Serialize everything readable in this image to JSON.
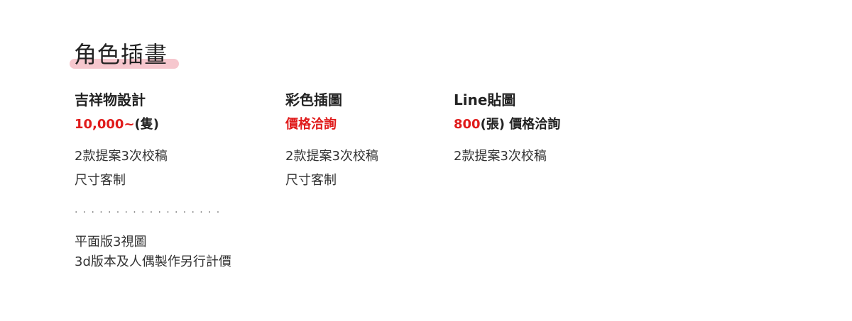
{
  "section": {
    "title": "角色插畫"
  },
  "columns": [
    {
      "name": "吉祥物設計",
      "price_red": "10,000~",
      "price_dark": "(隻)",
      "details": [
        "2款提案3次校稿",
        "尺寸客制"
      ],
      "separator": "..................",
      "extras": [
        "平面版3視圖",
        "3d版本及人偶製作另行計價"
      ]
    },
    {
      "name": "彩色插圖",
      "price_red": "價格洽詢",
      "price_dark": "",
      "details": [
        "2款提案3次校稿",
        "尺寸客制"
      ]
    },
    {
      "name": "Line貼圖",
      "price_red": "800",
      "price_dark": "(張) 價格洽詢",
      "details": [
        "2款提案3次校稿"
      ]
    }
  ],
  "colors": {
    "accent_red": "#e01b1b",
    "title_highlight_pink": "#f6c7ce"
  }
}
